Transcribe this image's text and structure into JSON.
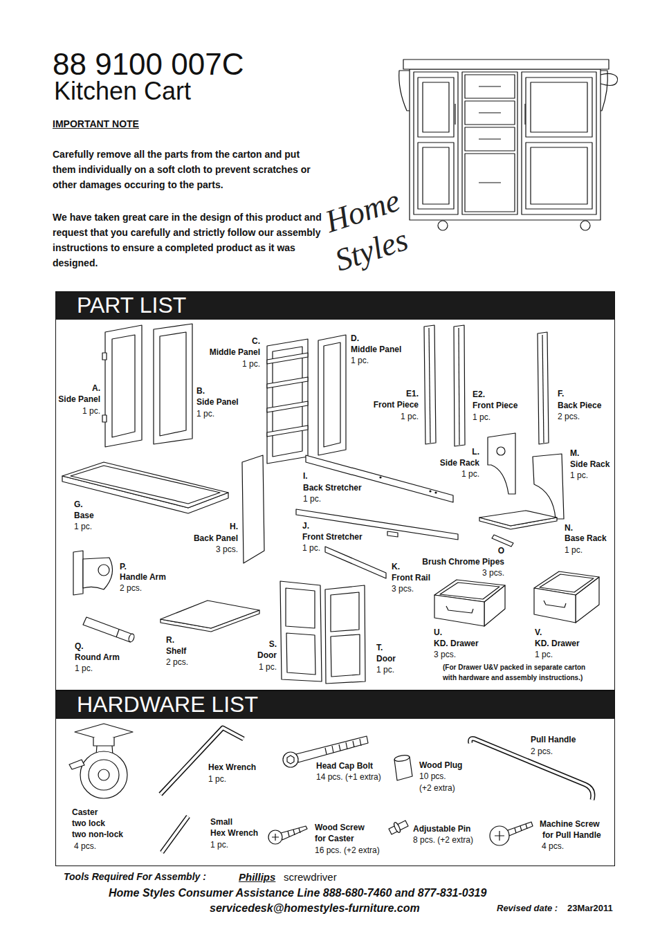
{
  "diagram": {
    "title": "88 9100 007C",
    "nodes": [
      {
        "text": [
          "PART LIST"
        ]
      },
      {
        "text": [
          "HARDWARE LIST"
        ]
      }
    ],
    "labels": [
      "Kitchen Cart",
      "IMPORTANT NOTE",
      "Carefully remove all the parts from the carton and put them individually on a soft cloth to prevent scratches or other damages occuring to the parts.",
      "We have taken great care in the design of this product and request that you carefully and strictly follow our assembly instructions to ensure a completed product as it was designed.",
      "Home",
      "Styles",
      "A.",
      "Side Panel",
      "1 pc.",
      "B.",
      "Side Panel",
      "1 pc.",
      "C.",
      "Middle Panel",
      "1 pc.",
      "D.",
      "Middle Panel",
      "1 pc.",
      "E1.",
      "Front Piece",
      "1 pc.",
      "E2.",
      "Front Piece",
      "1 pc.",
      "F.",
      "Back Piece",
      "2 pcs.",
      "G.",
      "Base",
      "1 pc.",
      "H.",
      "Back Panel",
      "3 pcs.",
      "I.",
      "Back Stretcher",
      "1 pc.",
      "J.",
      "Front Stretcher",
      "1 pc.",
      "L.",
      "Side Rack",
      "1 pc.",
      "M.",
      "Side Rack",
      "1 pc.",
      "N.",
      "Base Rack",
      "1 pc.",
      "O",
      "Brush Chrome Pipes",
      "3 pcs.",
      "P.",
      "Handle Arm",
      "2 pcs.",
      "K.",
      "Front Rail",
      "3 pcs.",
      "Q.",
      "Round Arm",
      "1 pc.",
      "R.",
      "Shelf",
      "2 pcs.",
      "S.",
      "Door",
      "1 pc.",
      "T.",
      "Door",
      "1 pc.",
      "U.",
      "KD. Drawer",
      "3 pcs.",
      "V.",
      "KD. Drawer",
      "1 pc.",
      "(For Drawer U&V packed in separate carton",
      "with hardware and assembly instructions.)",
      "Caster",
      "two lock",
      "two non-lock",
      "4 pcs.",
      "Hex Wrench",
      "1 pc.",
      "Small",
      "Hex Wrench",
      "1 pc.",
      "Head Cap Bolt",
      "14 pcs. (+1 extra)",
      "Wood Screw",
      "for Caster",
      "16 pcs. (+2 extra)",
      "Wood Plug",
      "10 pcs.",
      "(+2 extra)",
      "Adjustable Pin",
      "8 pcs. (+2 extra)",
      "Pull Handle",
      "2 pcs.",
      "Machine Screw",
      "for Pull Handle",
      "4 pcs.",
      "Tools Required For Assembly :",
      "Phillips",
      "screwdriver",
      "Home Styles Consumer Assistance Line 888-680-7460 and 877-831-0319",
      "servicedesk@homestyles-furniture.com",
      "Revised date :",
      "23Mar2011"
    ]
  }
}
